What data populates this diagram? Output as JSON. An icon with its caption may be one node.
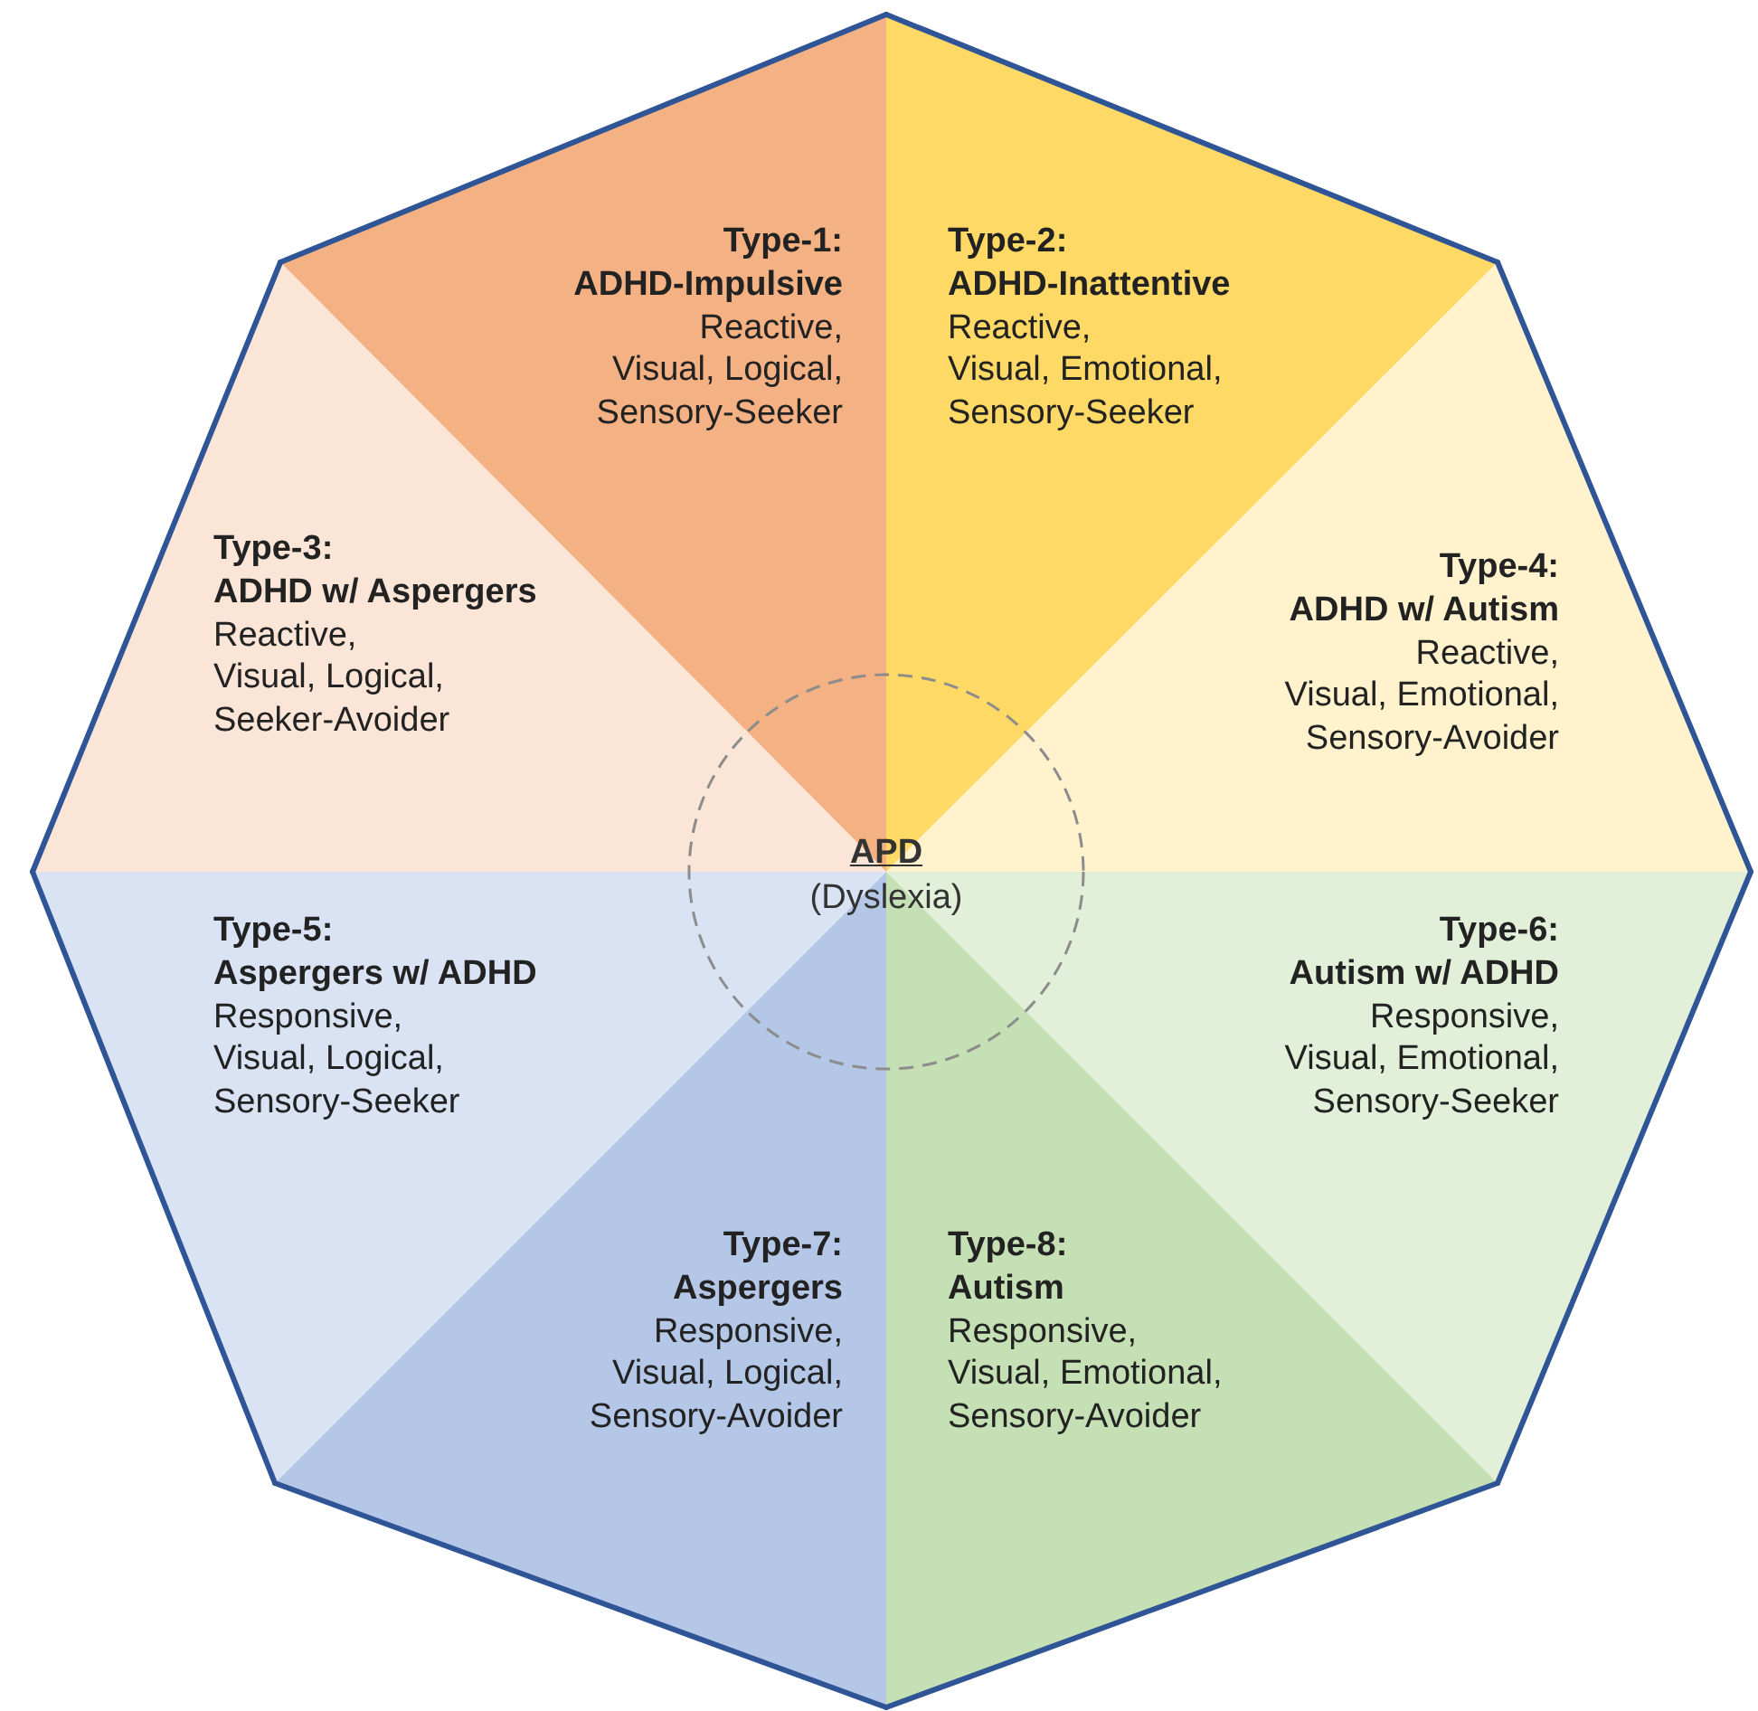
{
  "diagram": {
    "nodes": [
      {
        "text": [
          "Type-1: ADHD-Impulsive",
          "Reactive, Visual, Logical, Sensory-Seeker"
        ]
      },
      {
        "text": [
          "Type-2: ADHD-Inattentive",
          "Reactive, Visual, Emotional, Sensory-Seeker"
        ]
      },
      {
        "text": [
          "Type-3: ADHD w/ Aspergers",
          "Reactive, Visual, Logical, Seeker-Avoider"
        ]
      },
      {
        "text": [
          "Type-4: ADHD w/ Autism",
          "Reactive, Visual, Emotional, Sensory-Avoider"
        ]
      },
      {
        "text": [
          "APD",
          "(Dyslexia)"
        ]
      },
      {
        "text": [
          "Type-5: Aspergers w/ ADHD",
          "Responsive, Visual, Logical, Sensory-Seeker"
        ]
      },
      {
        "text": [
          "Type-6: Autism w/ ADHD",
          "Responsive, Visual, Emotional, Sensory-Seeker"
        ]
      },
      {
        "text": [
          "Type-7: Aspergers",
          "Responsive, Visual, Logical, Sensory-Avoider"
        ]
      },
      {
        "text": [
          "Type-8: Autism",
          "Responsive, Visual, Emotional, Sensory-Avoider"
        ]
      }
    ]
  }
}
